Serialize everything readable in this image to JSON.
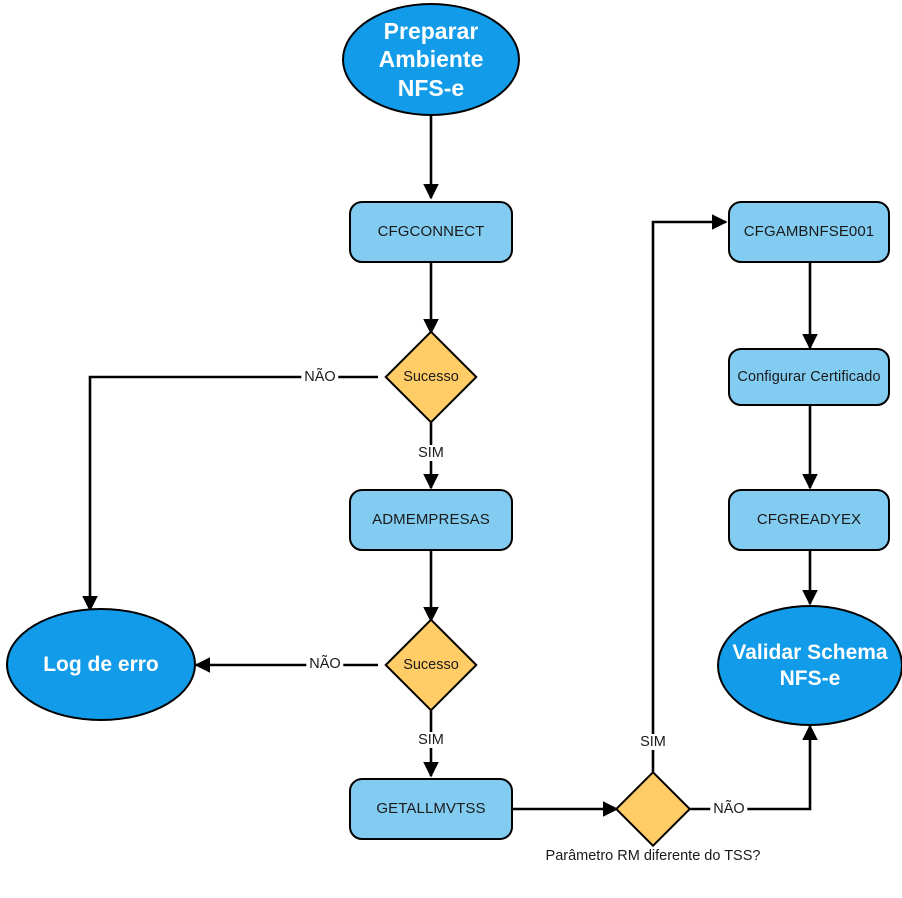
{
  "diagram": {
    "title": "Preparar Ambiente NFS-e",
    "type": "flowchart",
    "colors": {
      "terminator_fill": "#119BE8",
      "terminator_text": "#FFFFFF",
      "process_fill": "#82CCF2",
      "decision_fill": "#FFCC66",
      "stroke": "#000000",
      "background": "#FFFFFF"
    },
    "nodes": [
      {
        "id": "start",
        "shape": "ellipse",
        "label": "Preparar Ambiente NFS-e",
        "line1": "Preparar",
        "line2": "Ambiente",
        "line3": "NFS-e"
      },
      {
        "id": "cfgconnect",
        "shape": "process",
        "label": "CFGCONNECT"
      },
      {
        "id": "dec1",
        "shape": "decision",
        "label": "Sucesso"
      },
      {
        "id": "admempresas",
        "shape": "process",
        "label": "ADMEMPRESAS"
      },
      {
        "id": "dec2",
        "shape": "decision",
        "label": "Sucesso"
      },
      {
        "id": "getallmvtss",
        "shape": "process",
        "label": "GETALLMVTSS"
      },
      {
        "id": "dec3",
        "shape": "decision",
        "label": ""
      },
      {
        "id": "logerro",
        "shape": "ellipse",
        "label": "Log de erro"
      },
      {
        "id": "cfgambnfse",
        "shape": "process",
        "label": "CFGAMBNFSE001"
      },
      {
        "id": "certificado",
        "shape": "process",
        "label": "Configurar Certificado"
      },
      {
        "id": "cfgreadyex",
        "shape": "process",
        "label": "CFGREADYEX"
      },
      {
        "id": "validar",
        "shape": "ellipse",
        "label": "Validar Schema NFS-e",
        "line1": "Validar Schema",
        "line2": "NFS-e"
      }
    ],
    "edge_labels": {
      "dec1_nao": "NÃO",
      "dec1_sim": "SIM",
      "dec2_nao": "NÃO",
      "dec2_sim": "SIM",
      "dec3_sim": "SIM",
      "dec3_nao": "NÃO"
    },
    "captions": {
      "dec3_question": "Parâmetro RM diferente do TSS?"
    }
  }
}
